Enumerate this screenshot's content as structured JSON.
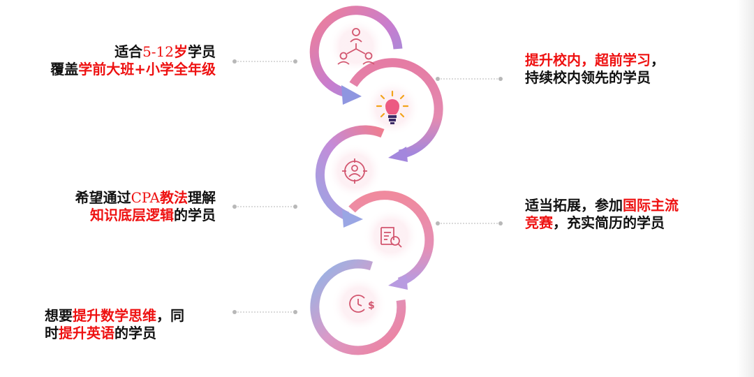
{
  "colors": {
    "highlight": "#ee1111",
    "text": "#111111",
    "connector": "#c4c4c4",
    "ring_pink": "#ee6f8e",
    "ring_purple": "#a98cdc",
    "ring_blue": "#8fb5e6",
    "icon": "#d2566f"
  },
  "left_items": [
    {
      "line1": [
        {
          "t": "适合",
          "hl": false
        },
        {
          "t": "5-12",
          "hl": true,
          "mono": true
        },
        {
          "t": "岁",
          "hl": true
        },
        {
          "t": "学员",
          "hl": false
        }
      ],
      "line2": [
        {
          "t": "覆盖",
          "hl": false
        },
        {
          "t": "学前大班+小学全年级",
          "hl": true
        }
      ]
    },
    {
      "line1": [
        {
          "t": "希望通过",
          "hl": false
        },
        {
          "t": "CPA",
          "hl": true,
          "mono": true
        },
        {
          "t": "教法",
          "hl": true
        },
        {
          "t": "理解",
          "hl": false
        }
      ],
      "line2": [
        {
          "t": "知识底层逻辑",
          "hl": true
        },
        {
          "t": "的学员",
          "hl": false
        }
      ]
    },
    {
      "line1": [
        {
          "t": "想要",
          "hl": false
        },
        {
          "t": "提升数学思维",
          "hl": true
        },
        {
          "t": "，同",
          "hl": false
        }
      ],
      "line2": [
        {
          "t": "时",
          "hl": false
        },
        {
          "t": "提升英语",
          "hl": true
        },
        {
          "t": "的学员",
          "hl": false
        }
      ]
    }
  ],
  "right_items": [
    {
      "line1": [
        {
          "t": "提升校内，超前学习",
          "hl": true
        },
        {
          "t": "，",
          "hl": false
        }
      ],
      "line2": [
        {
          "t": "持续校内领先的学员",
          "hl": false
        }
      ]
    },
    {
      "line1": [
        {
          "t": "适当拓展，参加",
          "hl": false
        },
        {
          "t": "国际主流",
          "hl": true
        }
      ],
      "line2": [
        {
          "t": "竞赛",
          "hl": true
        },
        {
          "t": "，充实简历的学员",
          "hl": false
        }
      ]
    }
  ],
  "icons": [
    "people-network-icon",
    "lightbulb-icon",
    "target-user-icon",
    "document-search-icon",
    "clock-dollar-icon"
  ]
}
